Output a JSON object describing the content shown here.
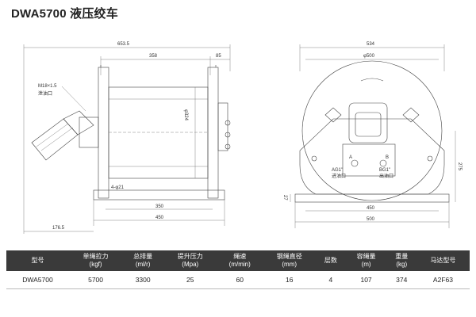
{
  "title": "DWA5700 液压绞车",
  "drawing": {
    "left_dims": {
      "total_width": "653.5",
      "drum_width": "358",
      "side_width": "85",
      "thread_label": "M18×1.5",
      "oil_port_label": "泄油口",
      "drum_diameter": "φ324",
      "hole_label": "4-φ21",
      "base_inner": "350",
      "base_outer": "450",
      "motor_offset": "176.5"
    },
    "right_dims": {
      "overall_width": "534",
      "flange_diameter": "φ500",
      "height_275": "275",
      "height_27": "27",
      "port_a": "A",
      "port_b": "B",
      "port_a_label": "AG1\"\n进油口",
      "port_a_code": "AG1\"",
      "port_a_name": "进油口",
      "port_b_code": "BG1\"",
      "port_b_name": "出油口",
      "base_inner": "450",
      "base_outer": "500"
    }
  },
  "table": {
    "headers": [
      {
        "l1": "型号",
        "l2": ""
      },
      {
        "l1": "单绳拉力",
        "l2": "(kgf)"
      },
      {
        "l1": "总排量",
        "l2": "(ml/r)"
      },
      {
        "l1": "提升压力",
        "l2": "(Mpa)"
      },
      {
        "l1": "绳速",
        "l2": "(m/min)"
      },
      {
        "l1": "钢绳直径",
        "l2": "(mm)"
      },
      {
        "l1": "层数",
        "l2": ""
      },
      {
        "l1": "容绳量",
        "l2": "(m)"
      },
      {
        "l1": "重量",
        "l2": "(kg)"
      },
      {
        "l1": "马达型号",
        "l2": ""
      }
    ],
    "rows": [
      [
        "DWA5700",
        "5700",
        "3300",
        "25",
        "60",
        "16",
        "4",
        "107",
        "374",
        "A2F63"
      ]
    ]
  }
}
